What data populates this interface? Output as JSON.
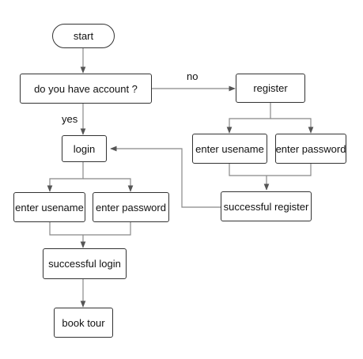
{
  "diagram": {
    "nodes": {
      "start": "start",
      "question": "do you have account ?",
      "register": "register",
      "login": "login",
      "reg_username": "enter usename",
      "reg_password": "enter password",
      "successful_register": "successful register",
      "login_username": "enter usename",
      "login_password": "enter password",
      "successful_login": "successful login",
      "book_tour": "book tour"
    },
    "edge_labels": {
      "no": "no",
      "yes": "yes"
    },
    "colors": {
      "line": "#888888",
      "border": "#333333",
      "text": "#111111"
    }
  }
}
